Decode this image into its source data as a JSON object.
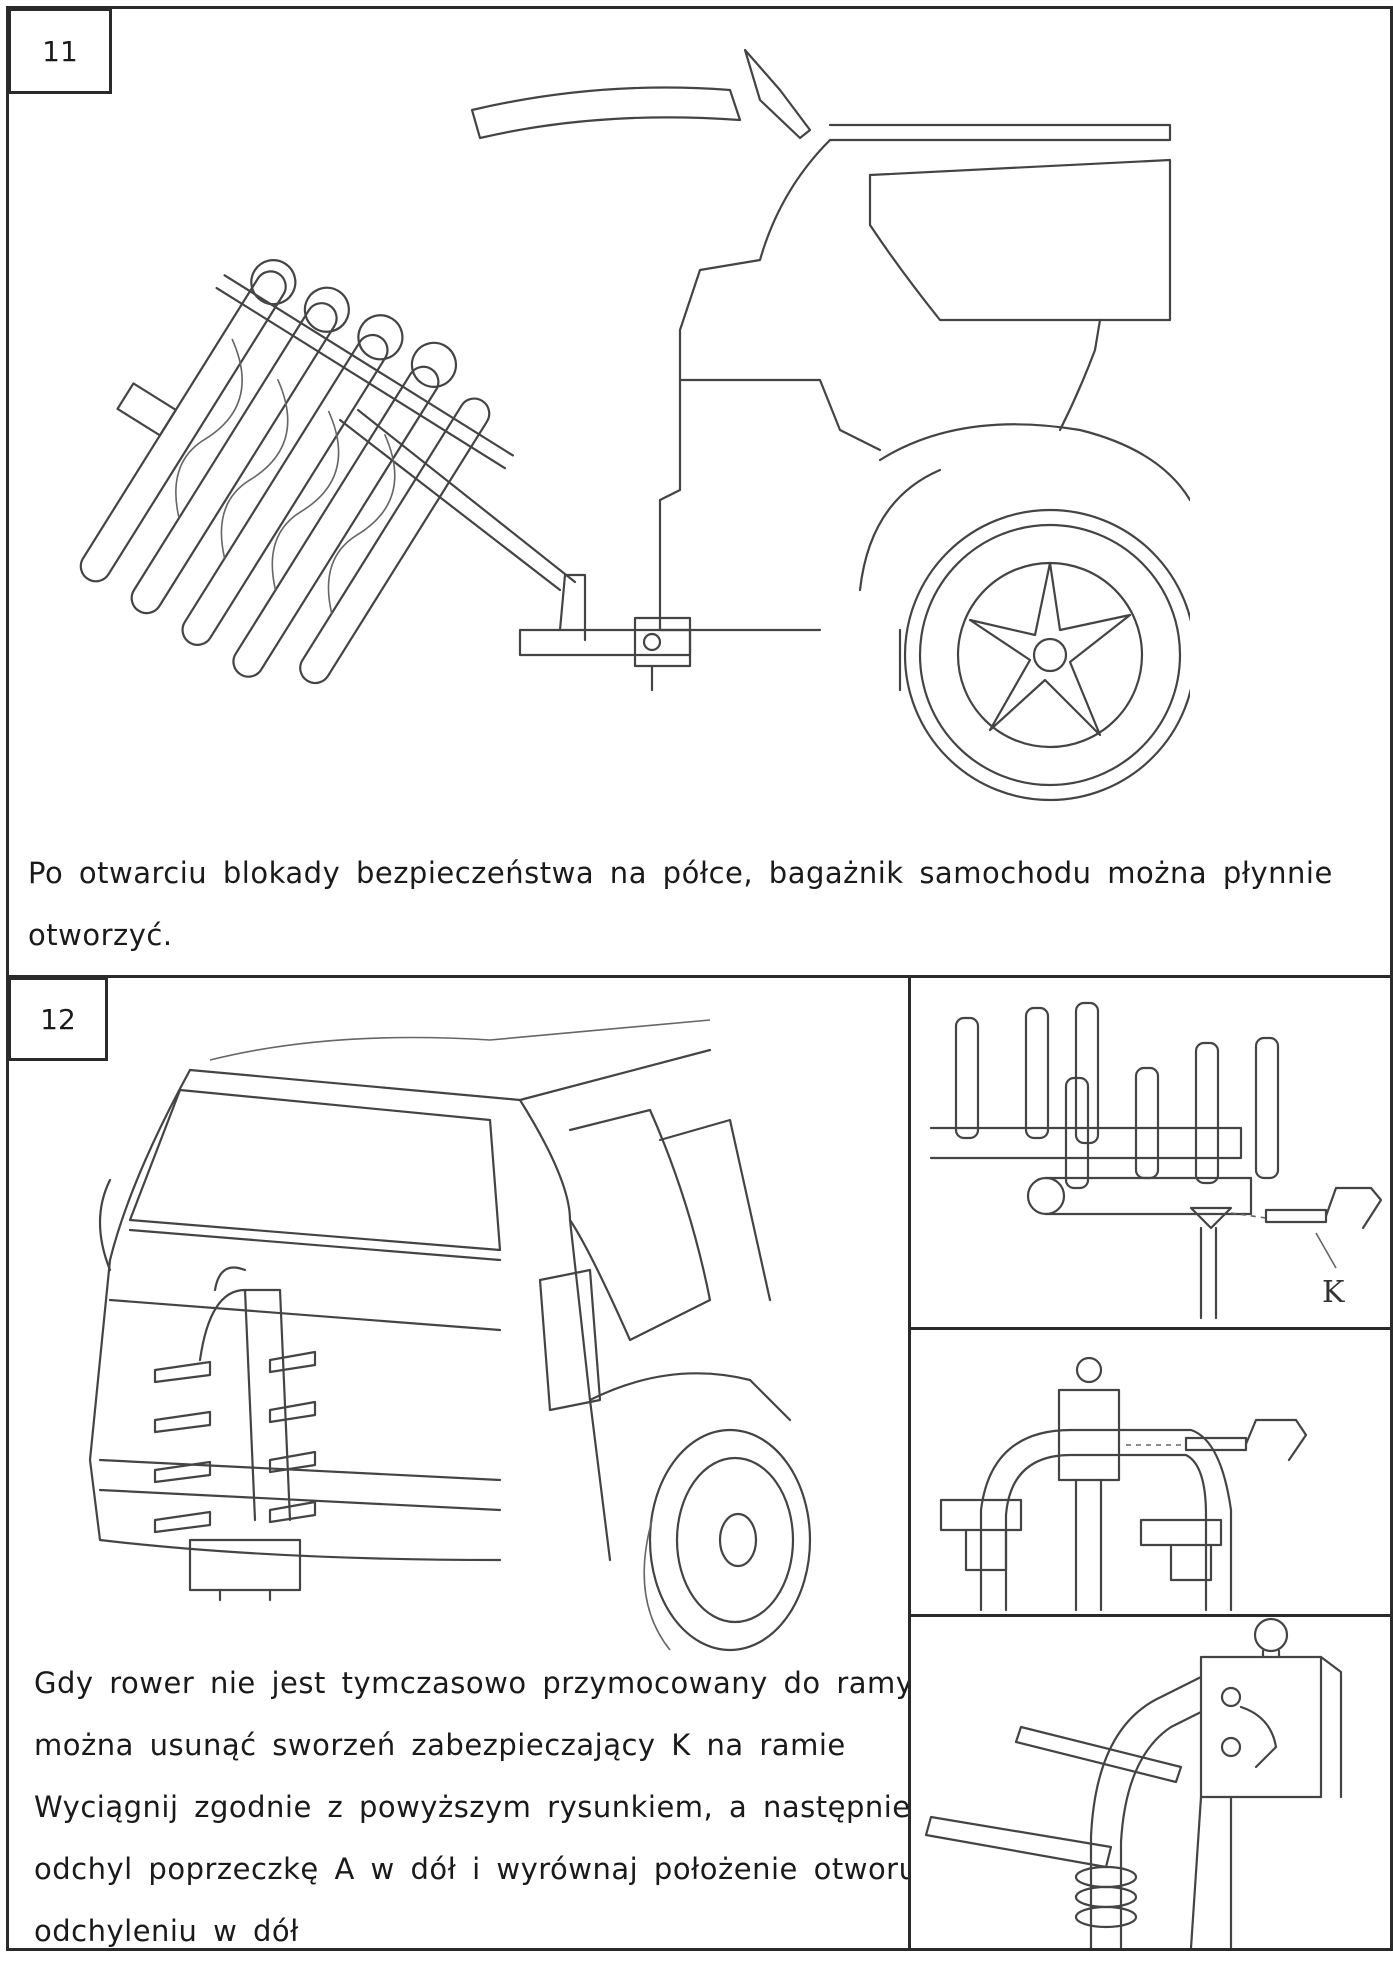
{
  "step11": {
    "number": "11",
    "caption_lines": [
      "Po otwarciu blokady bezpieczeństwa na półce, bagażnik samochodu można płynnie",
      "otworzyć."
    ]
  },
  "step12": {
    "number": "12",
    "caption_lines": [
      "Gdy rower nie jest tymczasowo przymocowany do ramy,",
      "można usunąć sworzeń zabezpieczający K na ramie",
      "Wyciągnij zgodnie z powyższym rysunkiem, a następnie",
      "odchyl poprzeczkę A w dół i wyrównaj położenie otworu po",
      "odchyleniu w dół"
    ],
    "detail_label_k": "K"
  },
  "colors": {
    "border": "#2a2a2a",
    "line_art": "#444444"
  }
}
